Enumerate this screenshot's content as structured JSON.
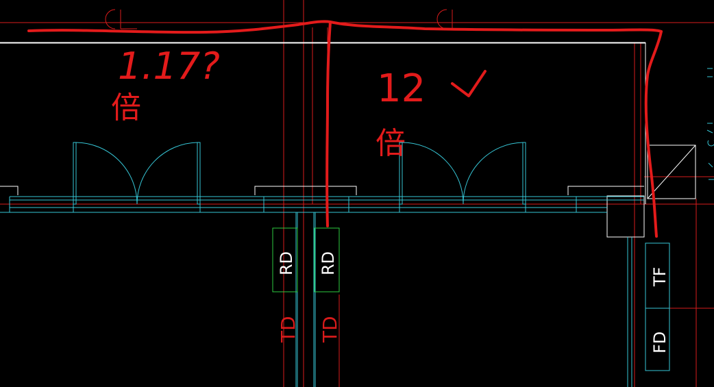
{
  "colors": {
    "background": "#000000",
    "grid_line": "#d81b1b",
    "wall_outline": "#ffffff",
    "pipe": "#36c6d6",
    "green_box": "#2ecc40",
    "annotation": "#e31b1b"
  },
  "axis_tags": {
    "left": "CL",
    "right": "CL"
  },
  "equipment_labels": {
    "rd_left": "RD",
    "rd_right": "RD",
    "td_left": "TD",
    "td_right": "TD",
    "tf": "TF",
    "fd": "FD"
  },
  "handwritten_notes": {
    "left_number": "1.17?",
    "left_unit": "倍",
    "right_number": "12",
    "right_unit": "倍",
    "check_mark": "✓"
  }
}
